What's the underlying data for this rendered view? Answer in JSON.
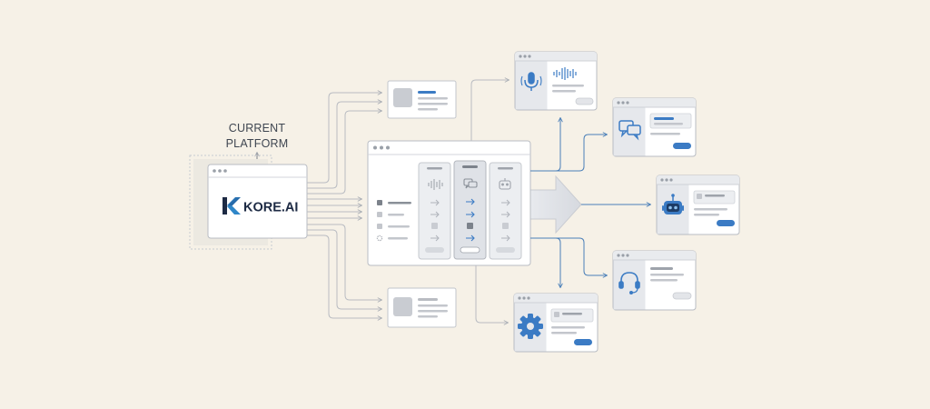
{
  "platform_label": {
    "line1": "CURRENT",
    "line2": "PLATFORM"
  },
  "brand": {
    "name": "KORE.AI",
    "mark": "K"
  },
  "colors": {
    "background": "#f6f1e7",
    "line": "#b9bcc2",
    "accent_blue": "#3b7bc4",
    "panel_border": "#b8bcc3",
    "panel_fill": "#ffffff",
    "side_fill": "#e6e8ec",
    "placeholder": "#c9ccd2",
    "kore_dark": "#1d2a44",
    "kore_blue": "#2f86c8"
  },
  "hub": {
    "columns": [
      {
        "icon": "sound-wave-icon",
        "state": "normal"
      },
      {
        "icon": "chat-bubbles-icon",
        "state": "active"
      },
      {
        "icon": "robot-icon",
        "state": "normal"
      }
    ]
  },
  "destinations": [
    {
      "id": "voice",
      "icon": "microphone-icon"
    },
    {
      "id": "chat",
      "icon": "chat-bubbles-icon"
    },
    {
      "id": "bot",
      "icon": "robot-icon"
    },
    {
      "id": "agent",
      "icon": "headset-icon"
    },
    {
      "id": "settings",
      "icon": "gear-icon"
    }
  ]
}
